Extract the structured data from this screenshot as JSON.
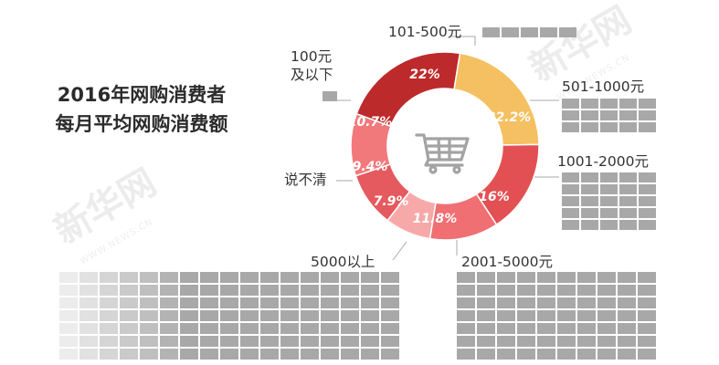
{
  "title_lines": [
    "2016年网购消费者",
    "每月平均网购消费额"
  ],
  "watermark": {
    "text": "新华网",
    "sub": "WWW.NEWS.CN"
  },
  "colors": {
    "text": "#333333",
    "connector": "#aaaaaa",
    "icon": "#a3a3a3"
  },
  "center_icon": "shopping-cart-icon",
  "chart_data": {
    "type": "pie",
    "variant": "donut",
    "title": "2016年网购消费者每月平均网购消费额",
    "categories": [
      "101-500元",
      "501-1000元",
      "1001-2000元",
      "2001-5000元",
      "5000以上",
      "说不清",
      "100元及以下"
    ],
    "values": [
      22,
      22.2,
      16,
      11.8,
      7.9,
      9.4,
      10.7
    ],
    "labels": [
      "22%",
      "22.2%",
      "16%",
      "11.8%",
      "7.9%",
      "9.4%",
      "10.7%"
    ],
    "colors": [
      "#bd2a2b",
      "#f5c061",
      "#e35053",
      "#ef6f72",
      "#f7a9aa",
      "#e45a5e",
      "#f2797b"
    ],
    "legend": "none"
  }
}
